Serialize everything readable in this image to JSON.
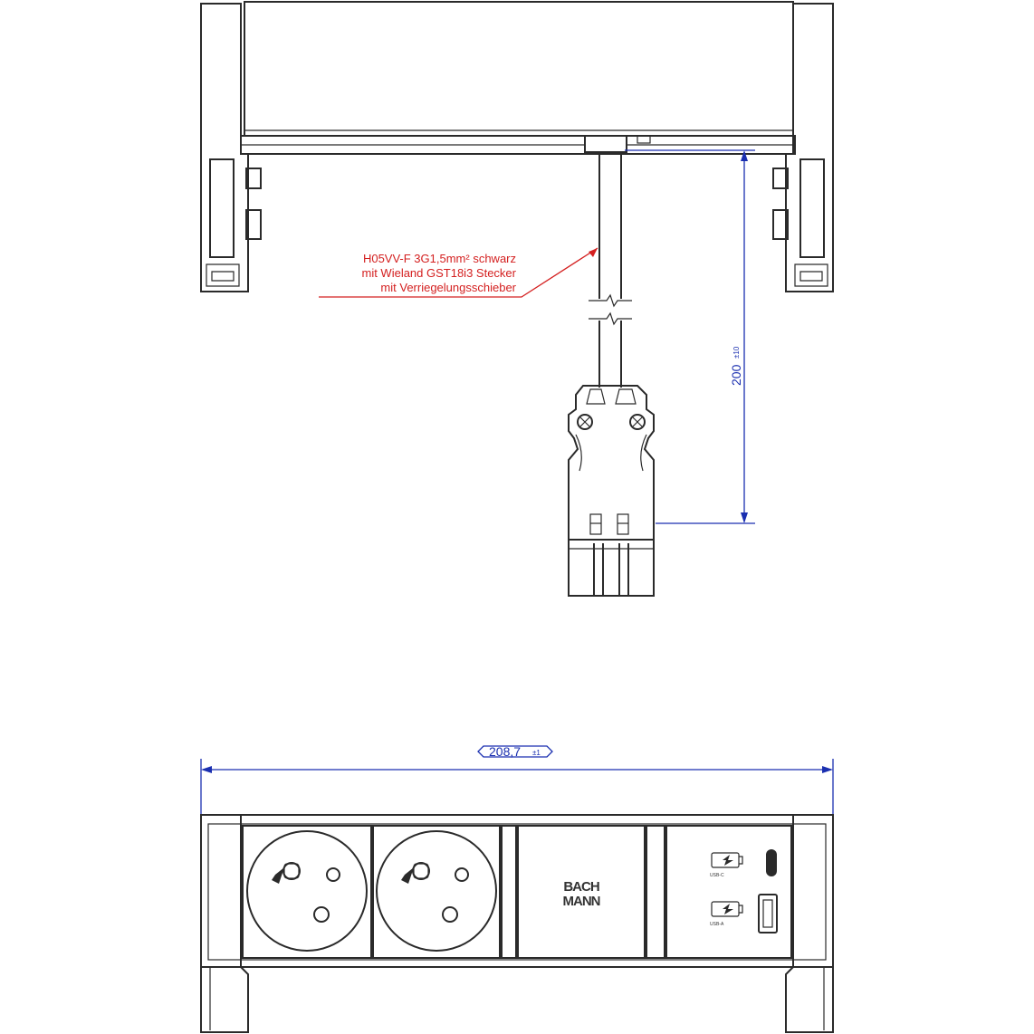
{
  "note": {
    "lines": [
      "H05VV-F 3G1,5mm² schwarz",
      "mit Wieland GST18i3 Stecker",
      "mit Verriegelungsschieber"
    ]
  },
  "dimensions": {
    "cable_length": "200",
    "cable_length_tol": "±10",
    "total_width": "208,7",
    "total_width_tol": "±1"
  },
  "brand_logo": {
    "line1": "BACH",
    "line2": "MANN"
  },
  "usb": {
    "port1_label": "USB-C",
    "port2_label": "USB-A"
  },
  "colors": {
    "note": "#d42020",
    "dimension": "#1a2fb0",
    "outline": "#2a2a2a"
  }
}
